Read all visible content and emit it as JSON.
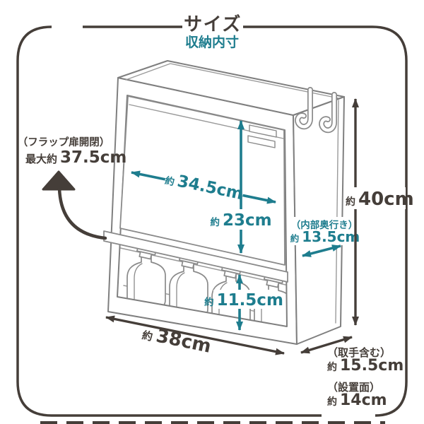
{
  "header": {
    "title": "サイズ",
    "subtitle": "収納内寸"
  },
  "flap": {
    "label": "（フラップ扉開閉）",
    "max_prefix": "最大約",
    "max_value": "37.5cm"
  },
  "inner": {
    "width": {
      "prefix": "約",
      "value": "34.5cm"
    },
    "height": {
      "prefix": "約",
      "value": "23cm"
    },
    "bottle_clearance": {
      "prefix": "約",
      "value": "11.5cm"
    },
    "depth": {
      "label": "（内部奥行き）",
      "prefix": "約",
      "value": "13.5cm"
    }
  },
  "outer": {
    "height": {
      "prefix": "約",
      "value": "40cm"
    },
    "width": {
      "prefix": "約",
      "value": "38cm"
    },
    "depth_with_handle": {
      "label": "（取手含む）",
      "prefix": "約",
      "value": "15.5cm"
    },
    "depth_base": {
      "label": "（設置面）",
      "prefix": "約",
      "value": "14cm"
    }
  },
  "colors": {
    "teal": "#1e7d8e",
    "ink": "#453e39",
    "line_gray": "#848484"
  }
}
